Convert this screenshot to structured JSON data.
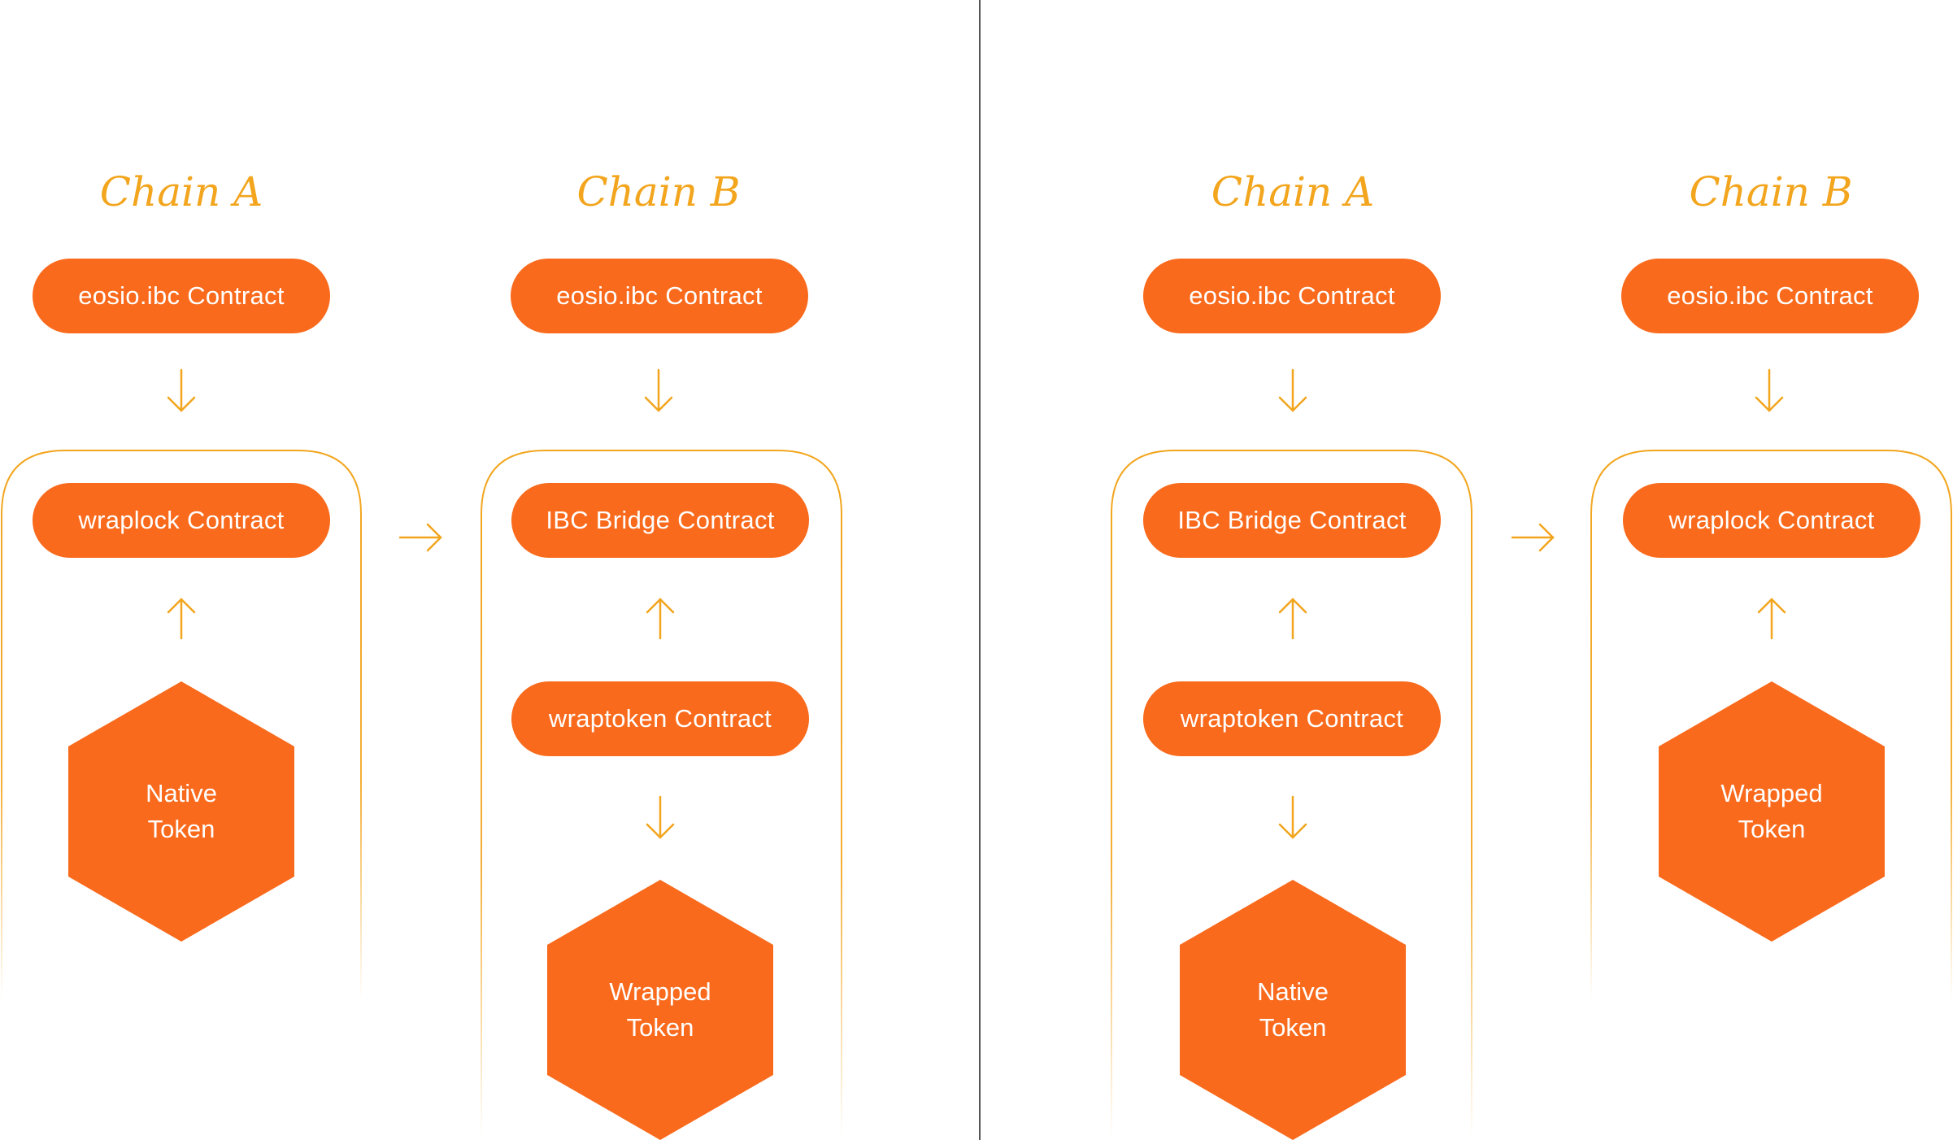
{
  "colors": {
    "accent": "#f96a1c",
    "line": "#f2a51d",
    "divider": "#555555",
    "background": "#ffffff",
    "text_on_accent": "#ffffff"
  },
  "left_panel": {
    "chain_a": {
      "title": "Chain A",
      "top_contract": "eosio.ibc Contract",
      "contract": "wraplock Contract",
      "token": [
        "Native",
        "Token"
      ]
    },
    "chain_b": {
      "title": "Chain B",
      "top_contract": "eosio.ibc Contract",
      "bridge_contract": "IBC Bridge Contract",
      "token_contract": "wraptoken Contract",
      "token": [
        "Wrapped",
        "Token"
      ]
    }
  },
  "right_panel": {
    "chain_a": {
      "title": "Chain A",
      "top_contract": "eosio.ibc Contract",
      "bridge_contract": "IBC Bridge Contract",
      "token_contract": "wraptoken Contract",
      "token": [
        "Native",
        "Token"
      ]
    },
    "chain_b": {
      "title": "Chain B",
      "top_contract": "eosio.ibc Contract",
      "contract": "wraplock Contract",
      "token": [
        "Wrapped",
        "Token"
      ]
    }
  },
  "icons": {
    "arrow_down": "arrow-down-icon",
    "arrow_up": "arrow-up-icon",
    "arrow_right": "arrow-right-icon",
    "token": "hexagon-icon"
  }
}
